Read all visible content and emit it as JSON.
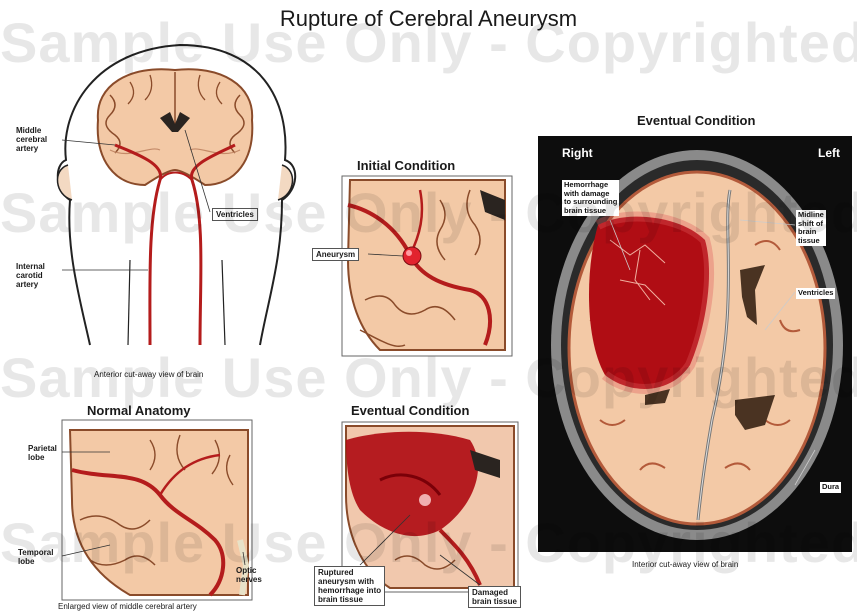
{
  "title": "Rupture of Cerebral Aneurysm",
  "watermark": "Sample Use Only - Copyrighted",
  "head_panel": {
    "labels": {
      "middle_cerebral_artery": "Middle\ncerebral\nartery",
      "ventricles": "Ventricles",
      "internal_carotid_artery": "Internal\ncarotid\nartery"
    },
    "caption": "Anterior cut-away view of brain"
  },
  "initial_panel": {
    "title": "Initial Condition",
    "labels": {
      "aneurysm": "Aneurysm"
    }
  },
  "normal_panel": {
    "title": "Normal Anatomy",
    "labels": {
      "parietal_lobe": "Parietal\nlobe",
      "temporal_lobe": "Temporal\nlobe",
      "optic_nerves": "Optic\nnerves"
    },
    "caption": "Enlarged view of middle cerebral artery"
  },
  "eventual_small_panel": {
    "title": "Eventual Condition",
    "labels": {
      "ruptured_aneurysm": "Ruptured\naneurysm with\nhemorrhage into\nbrain tissue",
      "damaged_tissue": "Damaged\nbrain tissue"
    }
  },
  "scan_panel": {
    "title": "Eventual Condition",
    "right": "Right",
    "left": "Left",
    "labels": {
      "hemorrhage": "Hemorrhage\nwith damage\nto surrounding\nbrain tissue",
      "midline": "Midline\nshift of\nbrain\ntissue",
      "ventricles": "Ventricles",
      "dura": "Dura"
    },
    "caption": "Interior cut-away view of brain"
  },
  "colors": {
    "artery": "#b41c1c",
    "brain": "#f3c9a6",
    "brain_edge": "#8a4b2a",
    "hemorrhage": "#b00d14",
    "scan_bg": "#0d0d0d"
  }
}
